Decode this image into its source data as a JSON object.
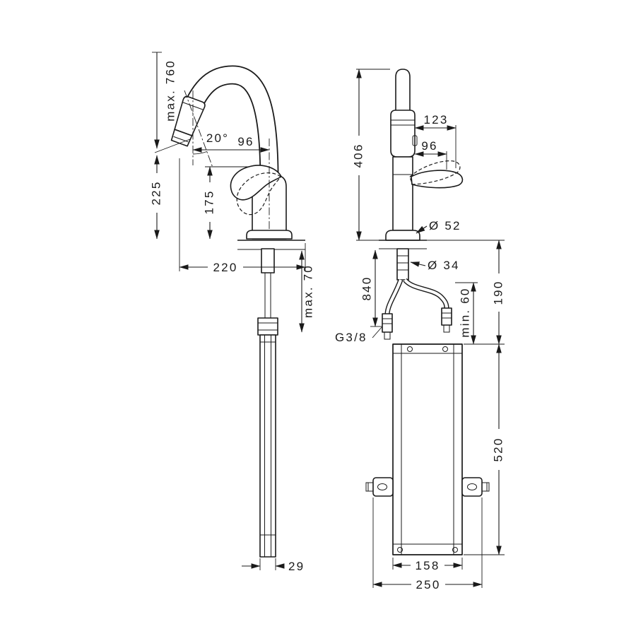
{
  "left_view": {
    "pullout_height": "max. 760",
    "spray_angle": "20°",
    "spray_offset": "96",
    "outlet_height": "225",
    "spout_height": "175",
    "reach": "220",
    "deck_thickness": "max. 70",
    "hose_diameter": "29"
  },
  "right_view": {
    "height": "406",
    "spray_length": "123",
    "handle_reach": "96",
    "base_diameter": "Ø 52",
    "shank_diameter": "Ø 34",
    "hose_length": "840",
    "thread": "G3/8",
    "clearance": "min. 60",
    "box_offset": "190",
    "box_height": "520",
    "box_width": "158",
    "install_width": "250"
  }
}
